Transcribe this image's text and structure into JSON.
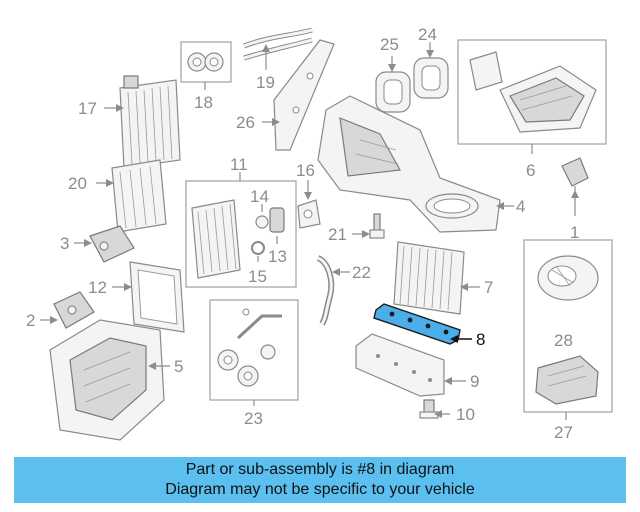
{
  "callouts": {
    "c1": "1",
    "c2": "2",
    "c3": "3",
    "c4": "4",
    "c5": "5",
    "c6": "6",
    "c7": "7",
    "c8": "8",
    "c9": "9",
    "c10": "10",
    "c11": "11",
    "c12": "12",
    "c13": "13",
    "c14": "14",
    "c15": "15",
    "c16": "16",
    "c17": "17",
    "c18": "18",
    "c19": "19",
    "c20": "20",
    "c21": "21",
    "c22": "22",
    "c23": "23",
    "c24": "24",
    "c25": "25",
    "c26": "26",
    "c27": "27",
    "c28": "28"
  },
  "highlight": {
    "part_number": "8",
    "color": "#4aaee8"
  },
  "banner": {
    "line1": "Part or sub-assembly is #8 in diagram",
    "line2": "Diagram may not be specific to your vehicle",
    "color": "#5bc0f0"
  }
}
